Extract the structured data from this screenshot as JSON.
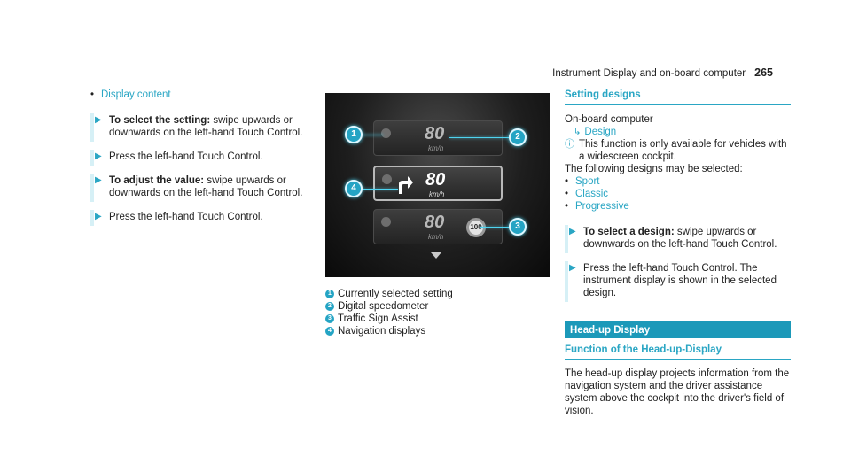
{
  "header": {
    "title": "Instrument Display and on-board computer",
    "page_number": "265"
  },
  "left": {
    "link": "Display content",
    "steps": [
      {
        "bold": "To select the setting:",
        "text": " swipe upwards or downwards on the left-hand Touch Control."
      },
      {
        "bold": "",
        "text": "Press the left-hand Touch Control."
      },
      {
        "bold": "To adjust the value:",
        "text": " swipe upwards or downwards on the left-hand Touch Control."
      },
      {
        "bold": "",
        "text": "Press the left-hand Touch Control."
      }
    ]
  },
  "image": {
    "tiles": [
      {
        "speed": "80",
        "unit": "km/h"
      },
      {
        "speed": "80",
        "unit": "km/h"
      },
      {
        "speed": "80",
        "unit": "km/h",
        "limit": "100"
      }
    ],
    "callouts": [
      "1",
      "2",
      "3",
      "4"
    ]
  },
  "legend": [
    {
      "num": "1",
      "label": "Currently selected setting"
    },
    {
      "num": "2",
      "label": "Digital speedometer"
    },
    {
      "num": "3",
      "label": "Traffic Sign Assist"
    },
    {
      "num": "4",
      "label": "Navigation displays"
    }
  ],
  "right": {
    "heading": "Setting designs",
    "path_root": "On-board computer",
    "path_child": "Design",
    "note": "This function is only available for vehicles with a widescreen cockpit.",
    "intro": "The following designs may be selected:",
    "options": [
      "Sport",
      "Classic",
      "Progressive"
    ],
    "steps": [
      {
        "bold": "To select a design:",
        "text": " swipe upwards or downwards on the left-hand Touch Control."
      },
      {
        "bold": "",
        "text": "Press the left-hand Touch Control. The instrument display is shown in the selected design."
      }
    ],
    "section_bar": "Head-up Display",
    "sub_heading": "Function of the Head-up-Display",
    "paragraph": "The head-up display projects information from the navigation system and the driver assistance system above the cockpit into the driver's field of vision."
  },
  "colors": {
    "accent": "#2aa6c4",
    "bar": "#1c99b9",
    "callout": "#24a4c4"
  }
}
